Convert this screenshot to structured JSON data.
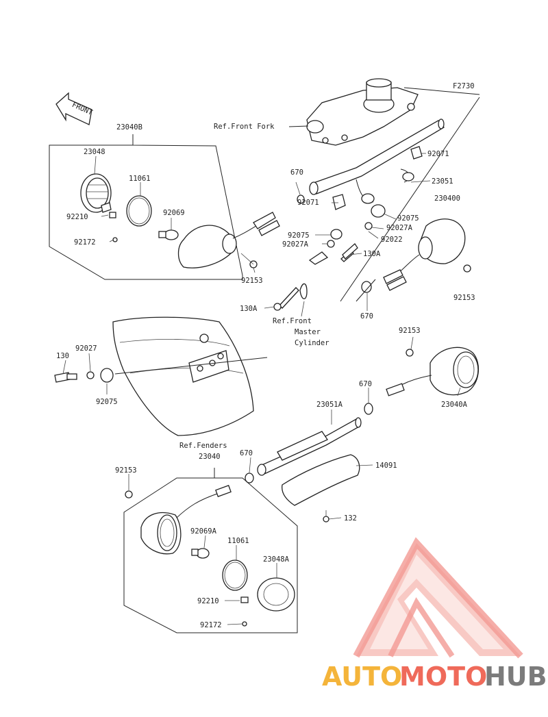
{
  "figure_code": "F2730",
  "front_marker": "FRONT",
  "labels": {
    "l23040B": "23040B",
    "l23048": "23048",
    "l11061a": "11061",
    "l92210a": "92210",
    "l92069": "92069",
    "l92172a": "92172",
    "l92153a": "92153",
    "lRefFrontFork": "Ref.Front Fork",
    "l670a": "670",
    "l92071a": "92071",
    "l92071b": "92071",
    "l23051": "23051",
    "l92075a": "92075",
    "l92075b": "92075",
    "l92027Aa": "92027A",
    "l92027Ab": "92027A",
    "l92022": "92022",
    "l130Aa": "130A",
    "l130Ab": "130A",
    "l23040C": "230400",
    "l92153b": "92153",
    "l670b": "670",
    "lRefMaster1": "Ref.Front",
    "lRefMaster2": "Master",
    "lRefMaster3": "Cylinder",
    "l130": "130",
    "l92027": "92027",
    "l92075c": "92075",
    "l92153c": "92153",
    "l23040A": "23040A",
    "l670c": "670",
    "l23051A": "23051A",
    "lRefFenders": "Ref.Fenders",
    "l23040": "23040",
    "l670d": "670",
    "l14091": "14091",
    "l92153d": "92153",
    "l92069A": "92069A",
    "l11061b": "11061",
    "l23048A": "23048A",
    "l92210b": "92210",
    "l92172b": "92172",
    "l132": "132"
  },
  "watermark": {
    "part1": "AUTO",
    "part2": "MOTO",
    "part3": "HUB",
    "colors": {
      "auto": "#f4b43a",
      "moto": "#ef6a5a",
      "hub": "#7b7b7b",
      "logo": "#f29a93"
    }
  }
}
